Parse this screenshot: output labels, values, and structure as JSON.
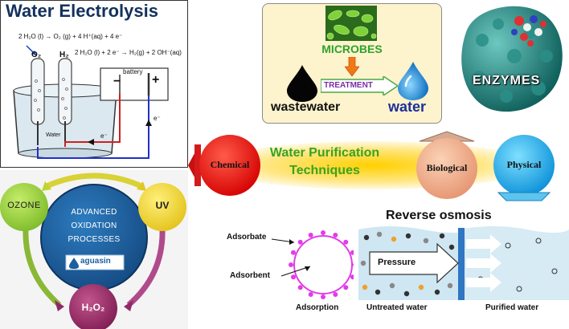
{
  "electrolysis": {
    "title": "Water Electrolysis",
    "eq1": "2 H₂O (l) → O₂ (g) + 4 H⁺(aq) + 4 e⁻",
    "eq2": "2 H₂O (l) + 2 e⁻ → H₂(g) + 2 OH⁻(aq)",
    "o2": "O₂",
    "h2": "H₂",
    "battery": "battery",
    "minus": "−",
    "plus": "+",
    "water": "Water",
    "electron": "e⁻"
  },
  "bio_panel": {
    "microbes": "MICROBES",
    "treatment": "TREATMENT",
    "wastewater": "wastewater",
    "water": "water"
  },
  "enzymes": {
    "label": "ENZYMES"
  },
  "center": {
    "title_line1": "Water Purification",
    "title_line2": "Techniques",
    "chemical": "Chemical",
    "biological": "Biological",
    "physical": "Physical"
  },
  "aop": {
    "ozone": "OZONE",
    "uv": "UV",
    "h2o2": "H₂O₂",
    "line1": "ADVANCED",
    "line2": "OXIDATION",
    "line3": "PROCESSES",
    "brand": "aguasin"
  },
  "adsorption": {
    "adsorbate": "Adsorbate",
    "adsorbent": "Adsorbent",
    "caption": "Adsorption"
  },
  "ro": {
    "title": "Reverse osmosis",
    "pressure": "Pressure",
    "untreated": "Untreated water",
    "purified": "Purified water"
  },
  "colors": {
    "chemical": "#e82020",
    "biological": "#f2b48e",
    "physical": "#1aa6e6",
    "title_green": "#3aa21d",
    "aop_blue": "#1e5f9e",
    "adsorbate": "#e23ce8"
  }
}
